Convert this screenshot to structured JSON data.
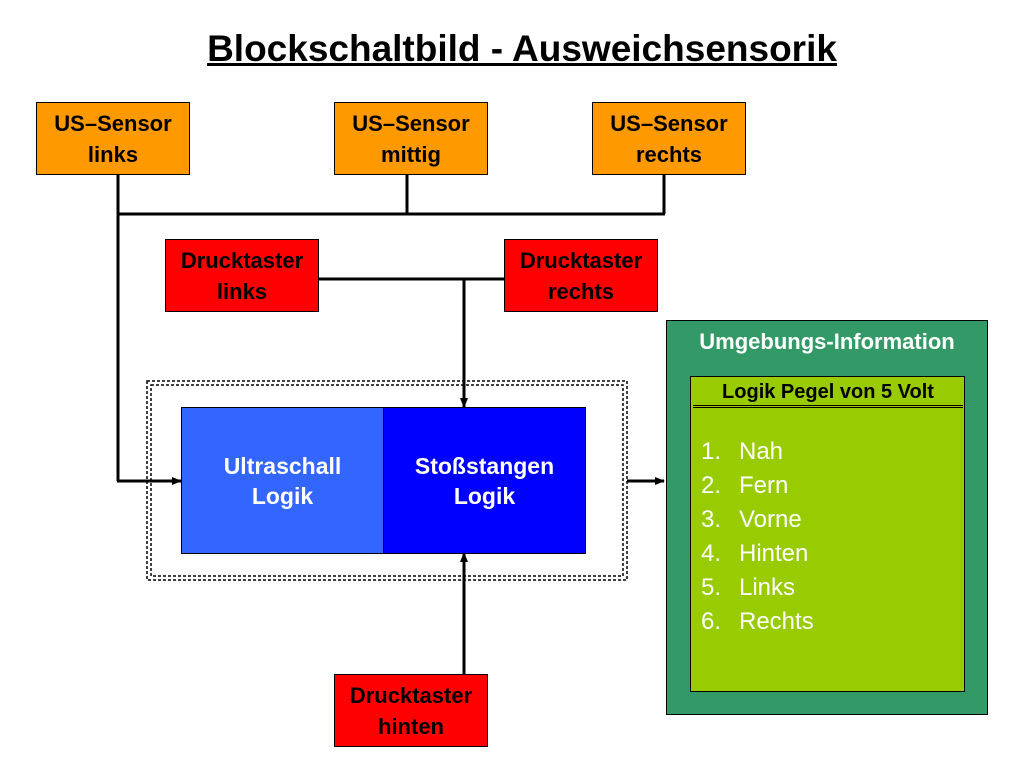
{
  "title": "Blockschaltbild - Ausweichsensorik",
  "sensors": {
    "us_left": [
      "US–Sensor",
      "links"
    ],
    "us_center": [
      "US–Sensor",
      "mittig"
    ],
    "us_right": [
      "US–Sensor",
      "rechts"
    ],
    "push_left": [
      "Drucktaster",
      "links"
    ],
    "push_right": [
      "Drucktaster",
      "rechts"
    ],
    "push_back": [
      "Drucktaster",
      "hinten"
    ]
  },
  "logic": {
    "ultrasonic": [
      "Ultraschall",
      "Logik"
    ],
    "bumper": [
      "Stoßstangen",
      "Logik"
    ]
  },
  "environment": {
    "title": "Umgebungs-Information",
    "subtitle": "Logik Pegel von 5 Volt",
    "items": [
      {
        "num": "1.",
        "label": "Nah"
      },
      {
        "num": "2.",
        "label": "Fern"
      },
      {
        "num": "3.",
        "label": "Vorne"
      },
      {
        "num": "4.",
        "label": "Hinten"
      },
      {
        "num": "5.",
        "label": "Links"
      },
      {
        "num": "6.",
        "label": "Rechts"
      }
    ]
  },
  "colors": {
    "sensor": "#ff9900",
    "push_button": "#ff0000",
    "ultrasonic_logic": "#3366ff",
    "bumper_logic": "#0000ff",
    "environment_outer": "#339966",
    "environment_inner": "#99cc00"
  }
}
